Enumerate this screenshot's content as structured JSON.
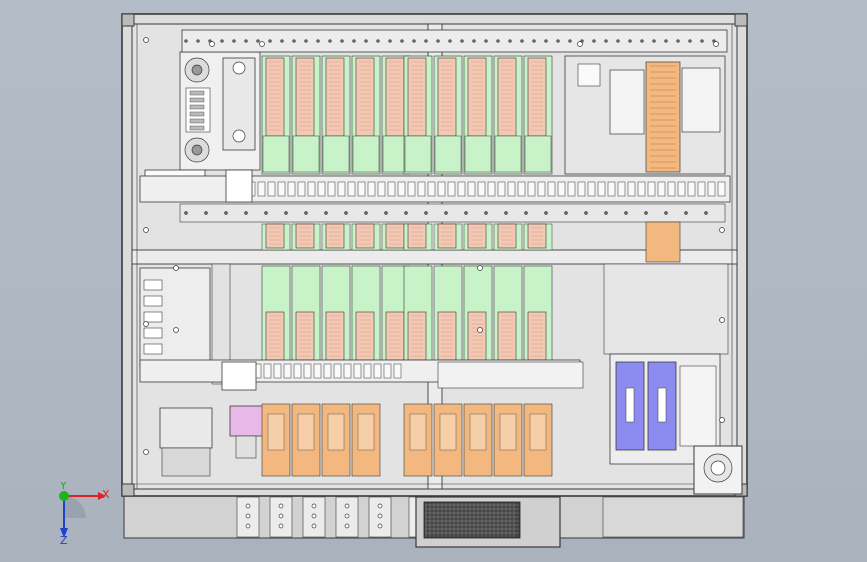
{
  "viewport": {
    "background_top": "#b4bcc7",
    "background_bottom": "#a9b2bd"
  },
  "colors": {
    "frame_fill": "#dcdcdc",
    "frame_stroke": "#3a3a3a",
    "panel_fill": "#e3e3e3",
    "tray_green": "#c8f3c8",
    "tray_orange": "#f2b880",
    "tray_salmon": "#f3c8b4",
    "chain_dark": "#555555",
    "cylinder_blue": "#8c8cf0",
    "module_pink": "#e8b8e8",
    "axis_x": "#e02020",
    "axis_y": "#20b020",
    "axis_z": "#2040d0"
  },
  "orientation_triad": {
    "x_label": "X",
    "y_label": "Y",
    "z_label": "Z"
  }
}
